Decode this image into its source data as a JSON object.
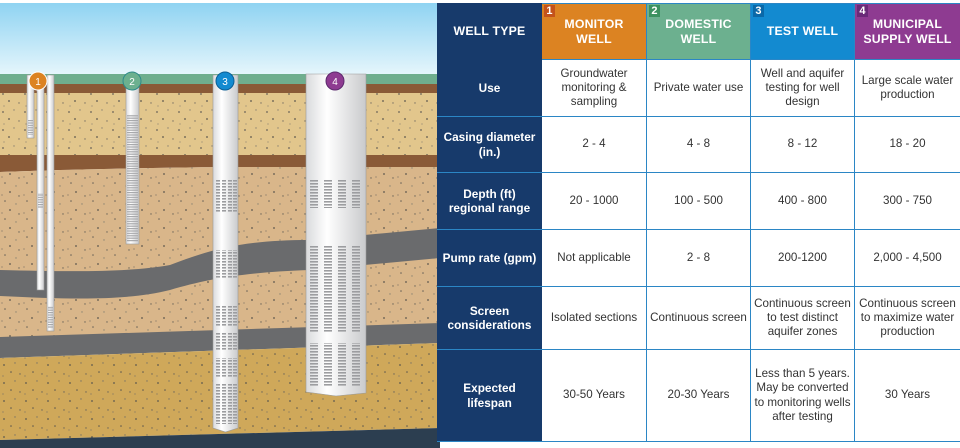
{
  "colors": {
    "navy": "#173a6b",
    "monitor": "#dc8322",
    "domestic": "#6cb08f",
    "test": "#138ad0",
    "municipal": "#8e3b91",
    "grid": "#2b86c5"
  },
  "header": {
    "corner_label": "WELL TYPE",
    "wells": [
      {
        "number": "1",
        "name": "MONITOR WELL",
        "color": "#dc8322",
        "badge_color": "#c4531b"
      },
      {
        "number": "2",
        "name": "DOMESTIC WELL",
        "color": "#6cb08f",
        "badge_color": "#3c9160"
      },
      {
        "number": "3",
        "name": "TEST WELL",
        "color": "#138ad0",
        "badge_color": "#0a68a8"
      },
      {
        "number": "4",
        "name": "MUNICIPAL SUPPLY WELL",
        "color": "#8e3b91",
        "badge_color": "#6a2a78"
      }
    ]
  },
  "rows": [
    {
      "label": "Use",
      "values": [
        "Groundwater monitoring & sampling",
        "Private water use",
        "Well and aquifer testing for well design",
        "Large scale water production"
      ]
    },
    {
      "label": "Casing diameter (in.)",
      "values": [
        "2 - 4",
        "4 - 8",
        "8 - 12",
        "18 - 20"
      ]
    },
    {
      "label": "Depth (ft) regional range",
      "values": [
        "20 - 1000",
        "100 - 500",
        "400 - 800",
        "300 - 750"
      ]
    },
    {
      "label": "Pump rate (gpm)",
      "values": [
        "Not applicable",
        "2 - 8",
        "200-1200",
        "2,000 - 4,500"
      ]
    },
    {
      "label": "Screen considerations",
      "values": [
        "Isolated sections",
        "Continuous screen",
        "Continuous screen to test distinct aquifer zones",
        "Continuous screen to maximize water production"
      ]
    },
    {
      "label": "Expected lifespan",
      "values": [
        "30-50 Years",
        "20-30 Years",
        "Less than 5 years. May be converted to monitoring wells after testing",
        "30 Years"
      ]
    }
  ],
  "illustration": {
    "markers": [
      {
        "number": "1",
        "color": "#dc8322"
      },
      {
        "number": "2",
        "color": "#6cb08f"
      },
      {
        "number": "3",
        "color": "#138ad0"
      },
      {
        "number": "4",
        "color": "#8e3b91"
      }
    ]
  }
}
